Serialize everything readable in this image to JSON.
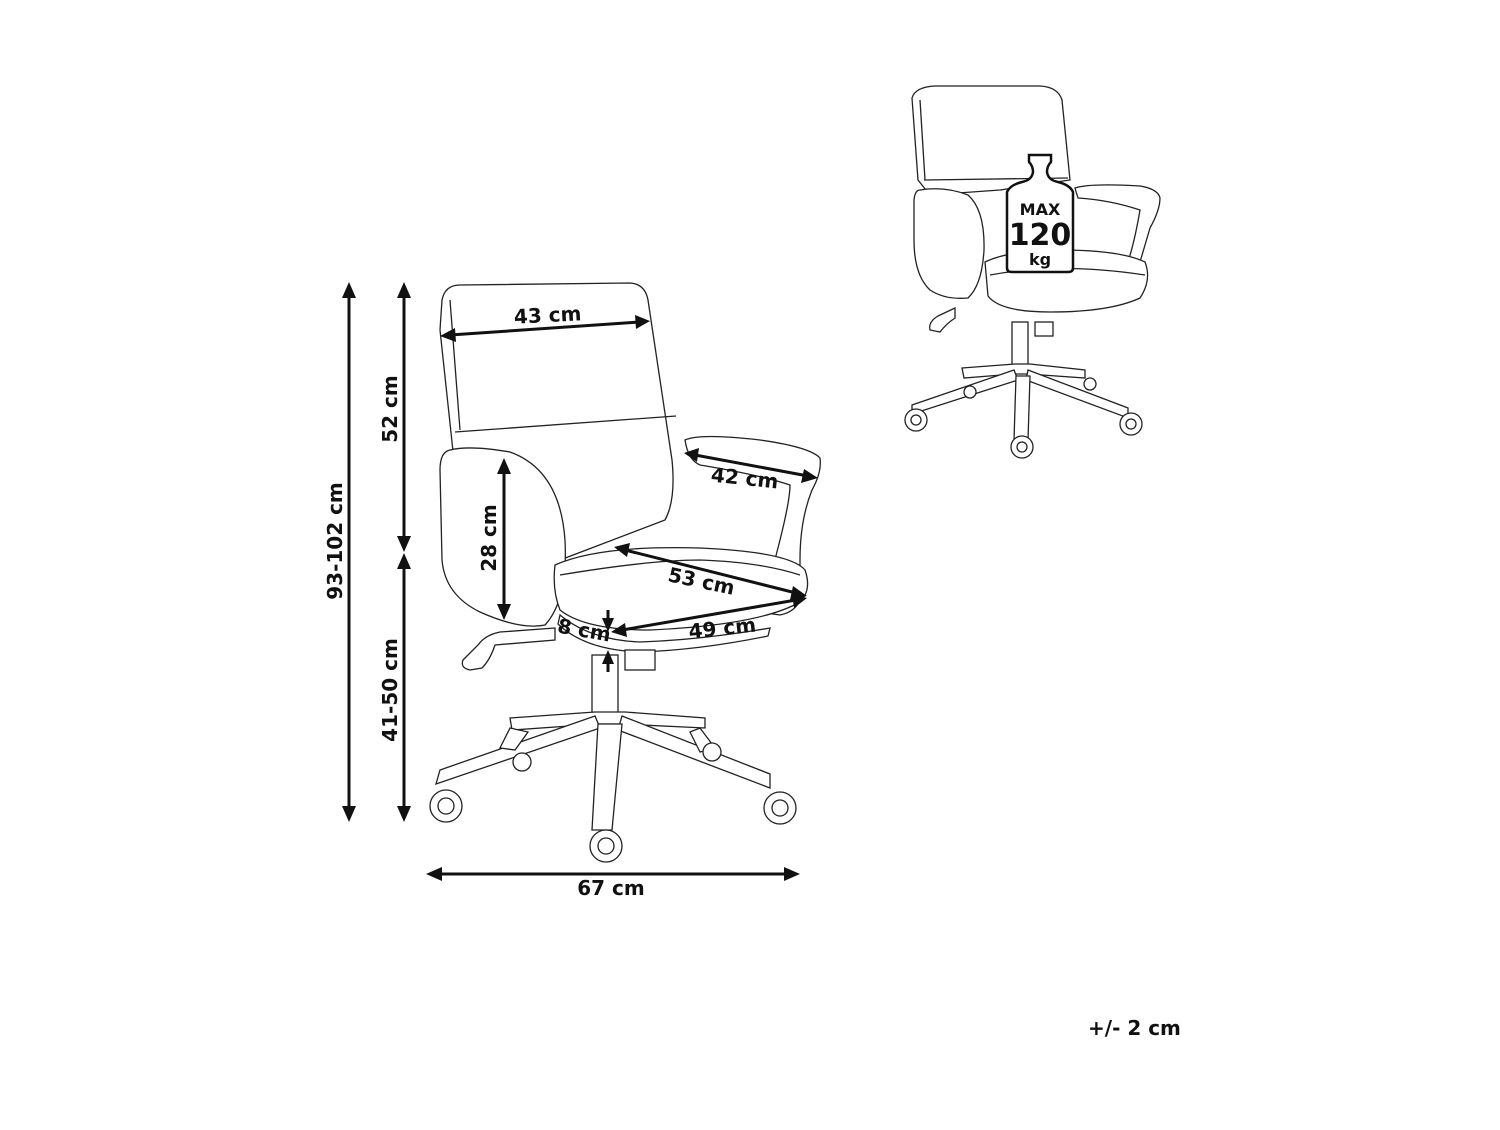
{
  "dimensions": {
    "total_height": "93-102 cm",
    "back_height": "52 cm",
    "seat_height": "41-50 cm",
    "back_width": "43 cm",
    "armrest_length": "42 cm",
    "armrest_height": "28 cm",
    "seat_depth_outer": "53 cm",
    "seat_depth_inner": "49 cm",
    "seat_thickness": "8 cm",
    "total_width": "67 cm"
  },
  "max_load": {
    "label_top": "MAX",
    "value": "120",
    "unit": "kg"
  },
  "tolerance": "+/- 2 cm",
  "icons": [
    "chair-side-view",
    "chair-perspective-view",
    "weight-icon"
  ]
}
